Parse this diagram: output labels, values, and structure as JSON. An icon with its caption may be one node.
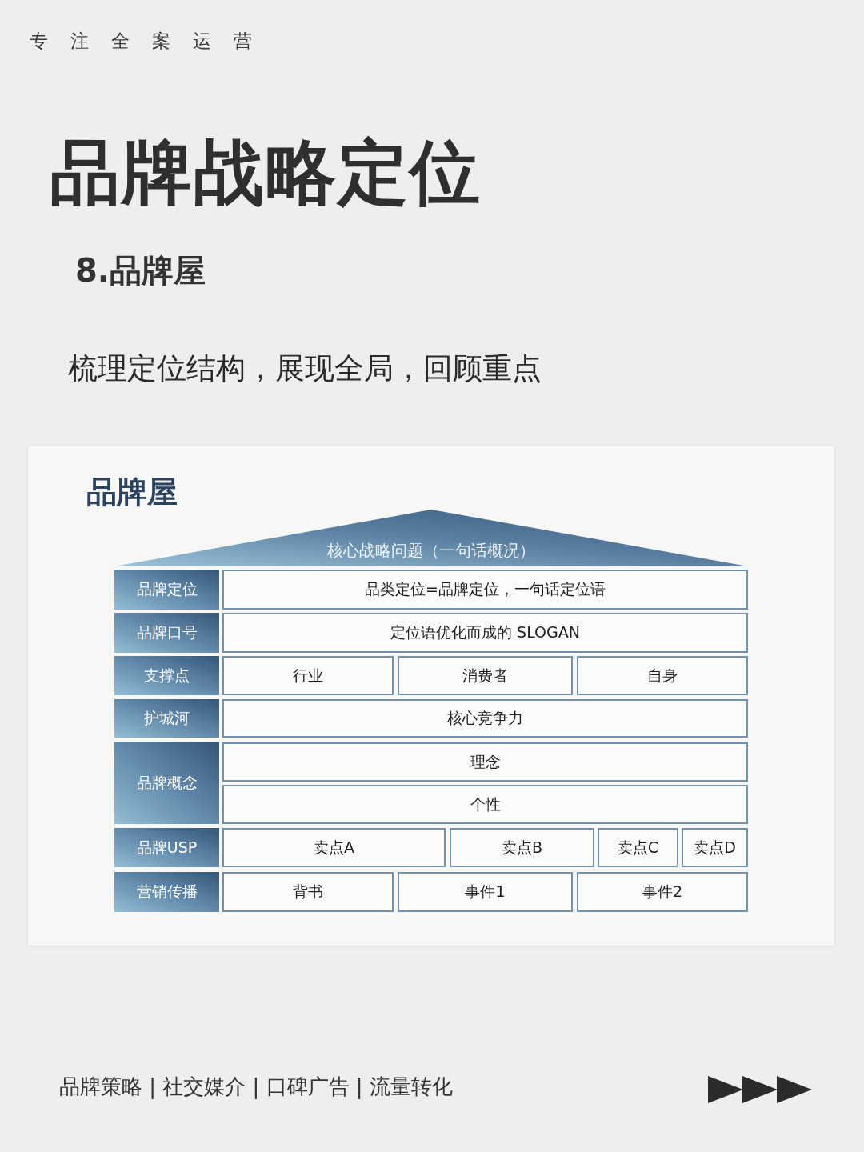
{
  "diagram": {
    "title": "品牌战略定位",
    "nodes": [
      {
        "text": [
          "品牌屋"
        ]
      },
      {
        "text": [
          "核心战略问题（一句话概况）"
        ],
        "in": 0
      },
      {
        "text": [
          "品牌定位"
        ],
        "in": 0
      },
      {
        "text": [
          "品类定位=品牌定位，一句话定位语"
        ],
        "in": 0
      },
      {
        "text": [
          "品牌口号"
        ],
        "in": 0
      },
      {
        "text": [
          "定位语优化而成的 SLOGAN"
        ],
        "in": 0
      },
      {
        "text": [
          "支撑点"
        ],
        "in": 0
      },
      {
        "text": [
          "行业"
        ],
        "in": 0
      },
      {
        "text": [
          "消费者"
        ],
        "in": 0
      },
      {
        "text": [
          "自身"
        ],
        "in": 0
      },
      {
        "text": [
          "护城河"
        ],
        "in": 0
      },
      {
        "text": [
          "核心竞争力"
        ],
        "in": 0
      },
      {
        "text": [
          "品牌概念"
        ],
        "in": 0
      },
      {
        "text": [
          "理念"
        ],
        "in": 0
      },
      {
        "text": [
          "个性"
        ],
        "in": 0
      },
      {
        "text": [
          "品牌USP"
        ],
        "in": 0
      },
      {
        "text": [
          "卖点A"
        ],
        "in": 0
      },
      {
        "text": [
          "卖点B"
        ],
        "in": 0
      },
      {
        "text": [
          "卖点C"
        ],
        "in": 0
      },
      {
        "text": [
          "卖点D"
        ],
        "in": 0
      },
      {
        "text": [
          "营销传播"
        ],
        "in": 0
      },
      {
        "text": [
          "背书"
        ],
        "in": 0
      },
      {
        "text": [
          "事件1"
        ],
        "in": 0
      },
      {
        "text": [
          "事件2"
        ],
        "in": 0
      }
    ],
    "labels": [
      "专注全案运营",
      "8.品牌屋",
      "梳理定位结构，展现全局，回顾重点",
      "品牌策略 | 社交媒介 | 口碑广告 | 流量转化"
    ]
  }
}
